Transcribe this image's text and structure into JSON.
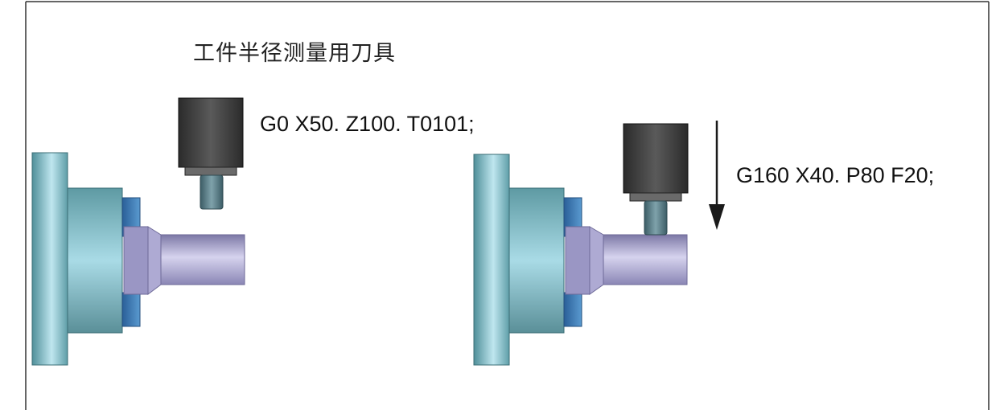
{
  "title": "工件半径测量用刀具",
  "step1": {
    "command": "G0 X50. Z100. T0101;"
  },
  "step2": {
    "command": "G160 X40. P80 F20;"
  },
  "colors": {
    "chuck_teal": "#5f9ea8",
    "chuck_light": "#bfe6ef",
    "jaw_blue": "#2f6fae",
    "workpiece": "#8d89b8",
    "tool_body": "#3a3a3a",
    "tool_tip": "#4e6f78",
    "arrow": "#1a1a1a"
  }
}
